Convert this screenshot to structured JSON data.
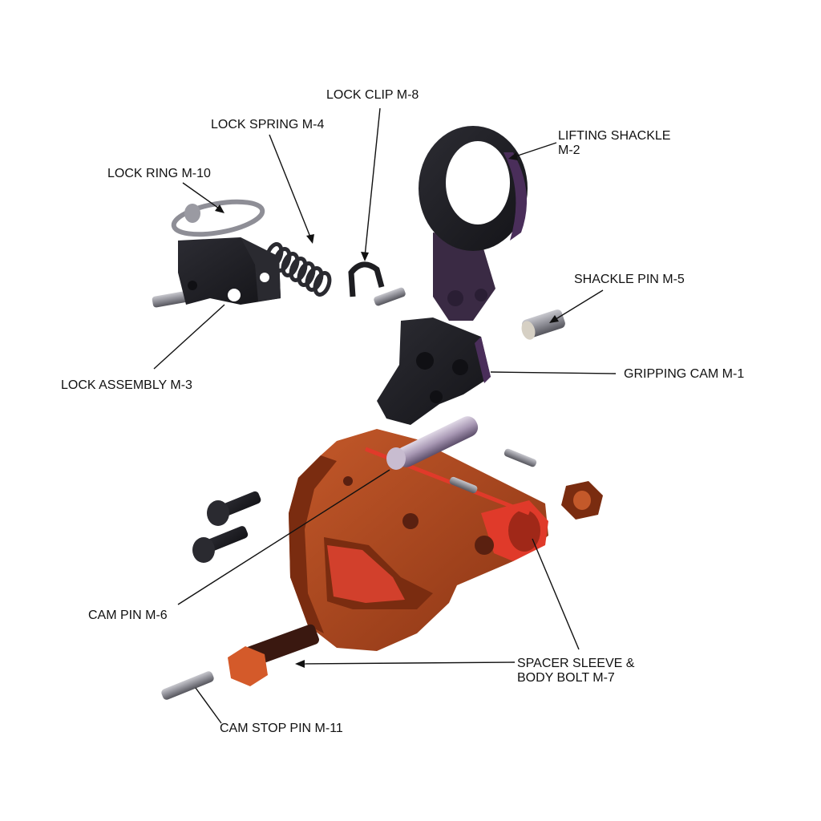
{
  "labels": {
    "lock_clip": "LOCK CLIP M-8",
    "lock_spring": "LOCK SPRING M-4",
    "lock_ring": "LOCK RING M-10",
    "lifting_shackle_line1": "LIFTING SHACKLE",
    "lifting_shackle_line2": "M-2",
    "shackle_pin": "SHACKLE PIN M-5",
    "gripping_cam": "GRIPPING CAM M-1",
    "lock_assembly": "LOCK ASSEMBLY M-3",
    "cam_pin": "CAM PIN M-6",
    "spacer_sleeve_line1": "SPACER SLEEVE &",
    "spacer_sleeve_line2": "BODY BOLT M-7",
    "cam_stop_pin": "CAM STOP PIN M-11"
  },
  "colors": {
    "body": "#b04a1e",
    "body_dark": "#7a2c10",
    "body_highlight": "#e03a2a",
    "parts_dark": "#1e1e22",
    "parts_purple": "#3a2a4a",
    "metal": "#9a9aa2",
    "leader": "#111111"
  }
}
